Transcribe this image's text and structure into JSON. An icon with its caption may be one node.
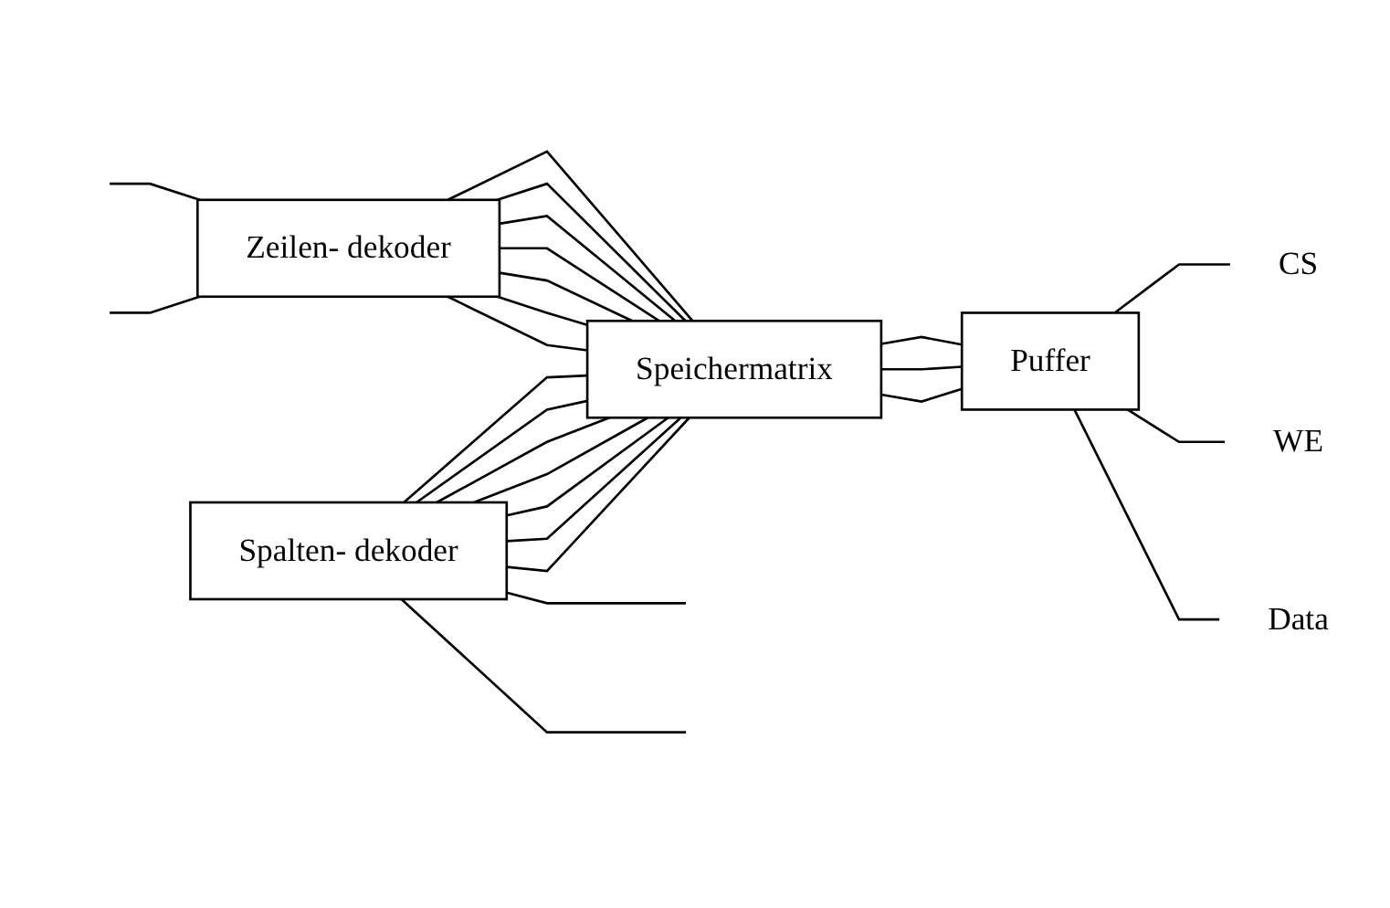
{
  "diagram": {
    "nodes": [
      {
        "text": [
          "Zeilen- dekoder"
        ]
      },
      {
        "text": [
          "Speichermatrix"
        ]
      },
      {
        "text": [
          "Puffer"
        ]
      },
      {
        "text": [
          "Spalten- dekoder"
        ]
      },
      {
        "text": [
          "CS"
        ]
      },
      {
        "text": [
          "WE"
        ]
      },
      {
        "text": [
          "Data"
        ]
      }
    ],
    "edges": [
      {
        "from": null,
        "to": 0,
        "arrow": "none"
      },
      {
        "from": null,
        "to": 0,
        "arrow": "none"
      },
      {
        "from": 0,
        "to": 1,
        "arrow": "none"
      },
      {
        "from": 0,
        "to": 1,
        "arrow": "none"
      },
      {
        "from": 0,
        "to": 1,
        "arrow": "none"
      },
      {
        "from": 0,
        "to": 1,
        "arrow": "none"
      },
      {
        "from": 0,
        "to": 1,
        "arrow": "none"
      },
      {
        "from": 0,
        "to": 1,
        "arrow": "none"
      },
      {
        "from": 0,
        "to": 1,
        "arrow": "none"
      },
      {
        "from": 1,
        "to": 2,
        "arrow": "none"
      },
      {
        "from": 1,
        "to": 2,
        "arrow": "none"
      },
      {
        "from": 1,
        "to": 2,
        "arrow": "none"
      },
      {
        "from": 2,
        "to": 4,
        "arrow": "none"
      },
      {
        "from": 2,
        "to": 5,
        "arrow": "none"
      },
      {
        "from": 2,
        "to": 6,
        "arrow": "none"
      },
      {
        "from": 3,
        "to": 1,
        "arrow": "none"
      },
      {
        "from": 3,
        "to": 1,
        "arrow": "none"
      },
      {
        "from": 3,
        "to": 1,
        "arrow": "none"
      },
      {
        "from": 3,
        "to": 1,
        "arrow": "none"
      },
      {
        "from": 3,
        "to": 1,
        "arrow": "none"
      },
      {
        "from": 3,
        "to": 1,
        "arrow": "none"
      },
      {
        "from": 3,
        "to": 1,
        "arrow": "none"
      },
      {
        "from": 3,
        "to": null,
        "arrow": "none"
      },
      {
        "from": 3,
        "to": null,
        "arrow": "none"
      }
    ]
  }
}
